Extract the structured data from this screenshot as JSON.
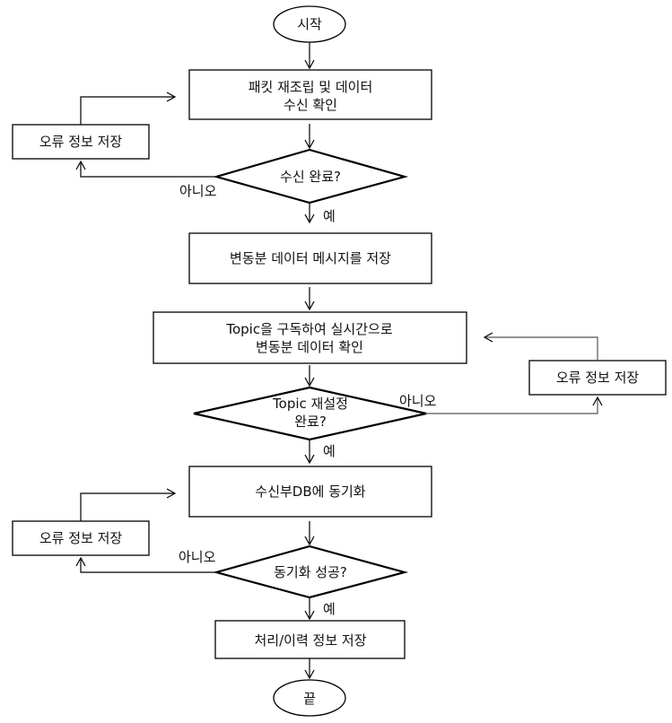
{
  "diagram": {
    "type": "flowchart",
    "nodes": {
      "start": {
        "shape": "terminal",
        "label": "시작"
      },
      "reassemble": {
        "shape": "process",
        "lines": [
          "패킷 재조립 및 데이터",
          "수신 확인"
        ]
      },
      "error1": {
        "shape": "process",
        "label": "오류 정보 저장"
      },
      "recv_done": {
        "shape": "decision",
        "label": "수신 완료?"
      },
      "store_delta": {
        "shape": "process",
        "label": "변동분 데이터 메시지를 저장"
      },
      "subscribe": {
        "shape": "process",
        "lines": [
          "Topic을 구독하여 실시간으로",
          "변동분 데이터 확인"
        ]
      },
      "error2": {
        "shape": "process",
        "label": "오류 정보 저장"
      },
      "topic_done": {
        "shape": "decision",
        "lines": [
          "Topic 재설정",
          "완료?"
        ]
      },
      "sync_db": {
        "shape": "process",
        "label": "수신부DB에 동기화"
      },
      "error3": {
        "shape": "process",
        "label": "오류 정보 저장"
      },
      "sync_ok": {
        "shape": "decision",
        "label": "동기화 성공?"
      },
      "save_history": {
        "shape": "process",
        "label": "처리/이력 정보 저장"
      },
      "end": {
        "shape": "terminal",
        "label": "끝"
      }
    },
    "edges": [
      {
        "from": "start",
        "to": "reassemble",
        "label": ""
      },
      {
        "from": "reassemble",
        "to": "recv_done",
        "label": ""
      },
      {
        "from": "recv_done",
        "to": "error1",
        "label": "아니오"
      },
      {
        "from": "error1",
        "to": "reassemble",
        "label": ""
      },
      {
        "from": "recv_done",
        "to": "store_delta",
        "label": "예"
      },
      {
        "from": "store_delta",
        "to": "subscribe",
        "label": ""
      },
      {
        "from": "subscribe",
        "to": "topic_done",
        "label": ""
      },
      {
        "from": "topic_done",
        "to": "error2",
        "label": "아니오"
      },
      {
        "from": "error2",
        "to": "subscribe",
        "label": ""
      },
      {
        "from": "topic_done",
        "to": "sync_db",
        "label": "예"
      },
      {
        "from": "sync_db",
        "to": "sync_ok",
        "label": ""
      },
      {
        "from": "sync_ok",
        "to": "error3",
        "label": "아니오"
      },
      {
        "from": "error3",
        "to": "sync_db",
        "label": ""
      },
      {
        "from": "sync_ok",
        "to": "save_history",
        "label": "예"
      },
      {
        "from": "save_history",
        "to": "end",
        "label": ""
      }
    ]
  }
}
